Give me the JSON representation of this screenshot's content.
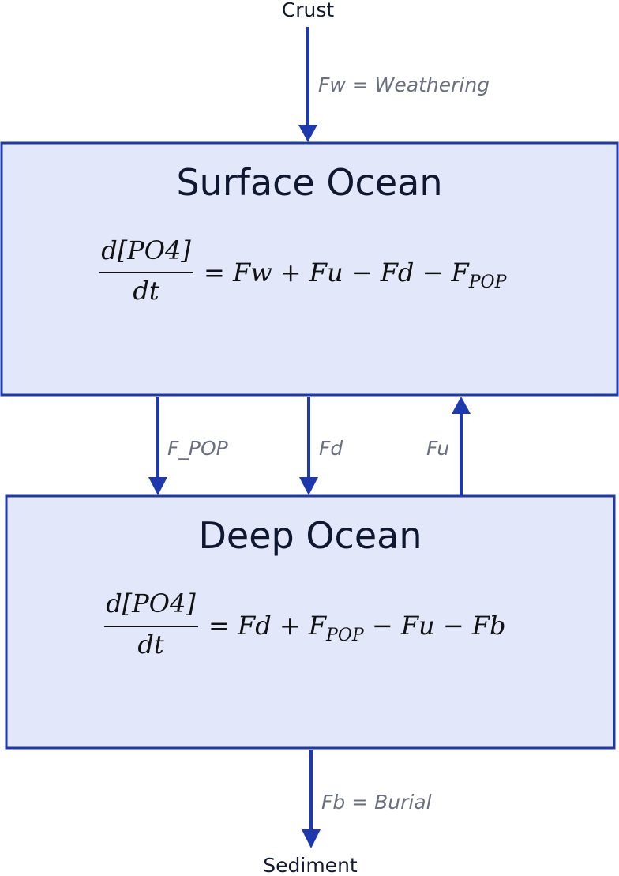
{
  "nodes": {
    "crust": "Crust",
    "sediment": "Sediment"
  },
  "surface": {
    "title": "Surface Ocean",
    "equation": {
      "numerator": "d[PO4]",
      "denominator": "dt",
      "rhs_main": "= Fw + Fu − Fd − F",
      "rhs_sub": "POP"
    }
  },
  "deep": {
    "title": "Deep Ocean",
    "equation": {
      "numerator": "d[PO4]",
      "denominator": "dt",
      "rhs_before_sub": "= Fd + F",
      "rhs_sub": "POP",
      "rhs_after_sub": " − Fu − Fb"
    }
  },
  "fluxes": {
    "weathering": "Fw = Weathering",
    "f_pop": "F_POP",
    "fd": "Fd",
    "fu": "Fu",
    "burial": "Fb = Burial"
  },
  "colors": {
    "box_fill": "#e2e8fa",
    "box_stroke": "#1d39ad",
    "arrow": "#1d39ad"
  }
}
